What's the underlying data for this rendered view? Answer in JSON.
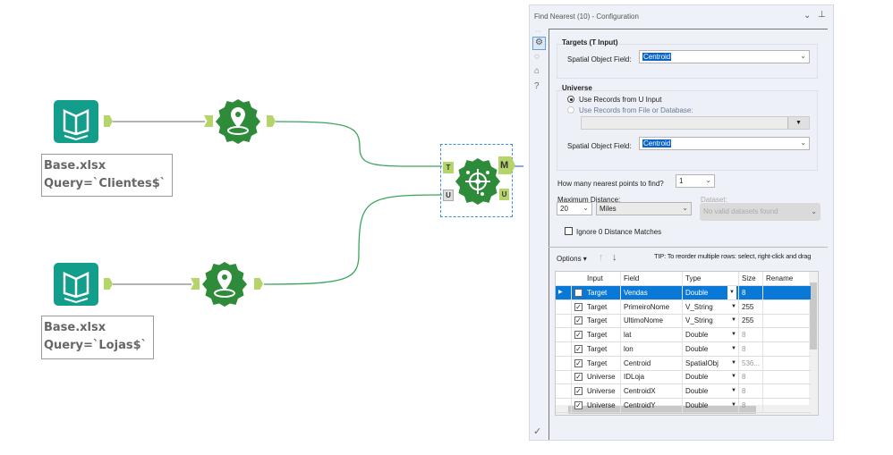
{
  "canvas": {
    "input_tools": [
      {
        "file": "Base.xlsx",
        "query": "Query=`Clientes$`"
      },
      {
        "file": "Base.xlsx",
        "query": "Query=`Lojas$`"
      }
    ],
    "find_nearest_anchors": {
      "target": "T",
      "universe_in": "U",
      "matches": "M",
      "universe_out": "U"
    }
  },
  "panel": {
    "title": "Find Nearest (10) - Configuration",
    "targets": {
      "heading": "Targets (T Input)",
      "spatial_label": "Spatial Object Field:",
      "spatial_value": "Centroid"
    },
    "universe": {
      "heading": "Universe",
      "radio_u": "Use Records from U Input",
      "radio_file": "Use Records from File or Database:",
      "spatial_label": "Spatial Object Field:",
      "spatial_value": "Centroid"
    },
    "nearest_label": "How many nearest points to find?",
    "nearest_value": "1",
    "max_distance_label": "Maximum Distance:",
    "max_distance_value": "20",
    "units_value": "Miles",
    "dataset_label": "Dataset:",
    "dataset_value": "No valid datasets found",
    "ignore_zero_label": "Ignore 0 Distance Matches",
    "options_label": "Options",
    "tip": "TIP: To reorder multiple rows: select, right-click and drag",
    "columns": [
      "Input",
      "Field",
      "Type",
      "Size",
      "Rename"
    ],
    "rows": [
      {
        "input": "Target",
        "field": "Vendas",
        "type": "Double",
        "size": "8"
      },
      {
        "input": "Target",
        "field": "PrimeiroNome",
        "type": "V_String",
        "size": "255"
      },
      {
        "input": "Target",
        "field": "UltimoNome",
        "type": "V_String",
        "size": "255"
      },
      {
        "input": "Target",
        "field": "lat",
        "type": "Double",
        "size": "8"
      },
      {
        "input": "Target",
        "field": "lon",
        "type": "Double",
        "size": "8"
      },
      {
        "input": "Target",
        "field": "Centroid",
        "type": "SpatialObj",
        "size": "536..."
      },
      {
        "input": "Universe",
        "field": "IDLoja",
        "type": "Double",
        "size": "8"
      },
      {
        "input": "Universe",
        "field": "CentroidX",
        "type": "Double",
        "size": "8"
      },
      {
        "input": "Universe",
        "field": "CentroidY",
        "type": "Double",
        "size": "8"
      }
    ]
  }
}
